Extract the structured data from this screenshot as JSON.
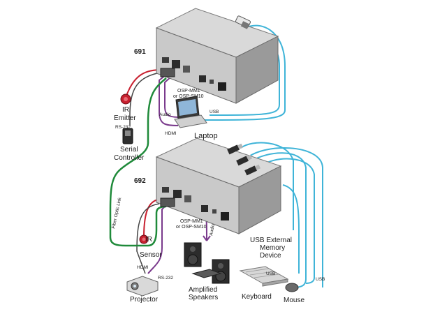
{
  "devices": {
    "top_unit": "691",
    "bottom_unit": "692",
    "module_top_line1": "OSP-MM1",
    "module_top_line2": "or OSP-SM10",
    "module_bottom_line1": "OSP-MM1",
    "module_bottom_line2": "or OSP-SM10"
  },
  "peripherals": {
    "ir_emitter_line1": "IR",
    "ir_emitter_line2": "Emitter",
    "serial_controller_line1": "Serial",
    "serial_controller_line2": "Controller",
    "laptop": "Laptop",
    "ir_sensor_line1": "IR",
    "ir_sensor_line2": "Sensor",
    "projector": "Projector",
    "speakers_line1": "Amplified",
    "speakers_line2": "Speakers",
    "usb_memory_line1": "USB External",
    "usb_memory_line2": "Memory",
    "usb_memory_line3": "Device",
    "keyboard": "Keyboard",
    "mouse": "Mouse"
  },
  "cable_labels": {
    "rs232_top": "RS-232",
    "audio_top": "Audio",
    "hdmi_top": "HDMI",
    "usb_top": "USB",
    "fiber": "Fiber Optic Link",
    "hdmi_bottom": "HDMI",
    "rs232_bottom": "RS-232",
    "audio_bottom": "Audio",
    "usb_keyboard": "USB",
    "usb_mouse": "USB"
  },
  "colors": {
    "usb_cable": "#3fb4d8",
    "ir_cable": "#c8202f",
    "hdmi_cable": "#7a3a8c",
    "fiber_cable": "#1f8a3a",
    "chassis_top": "#d9d9d9",
    "chassis_side": "#9a9a9a",
    "chassis_front": "#2f2f2f"
  }
}
